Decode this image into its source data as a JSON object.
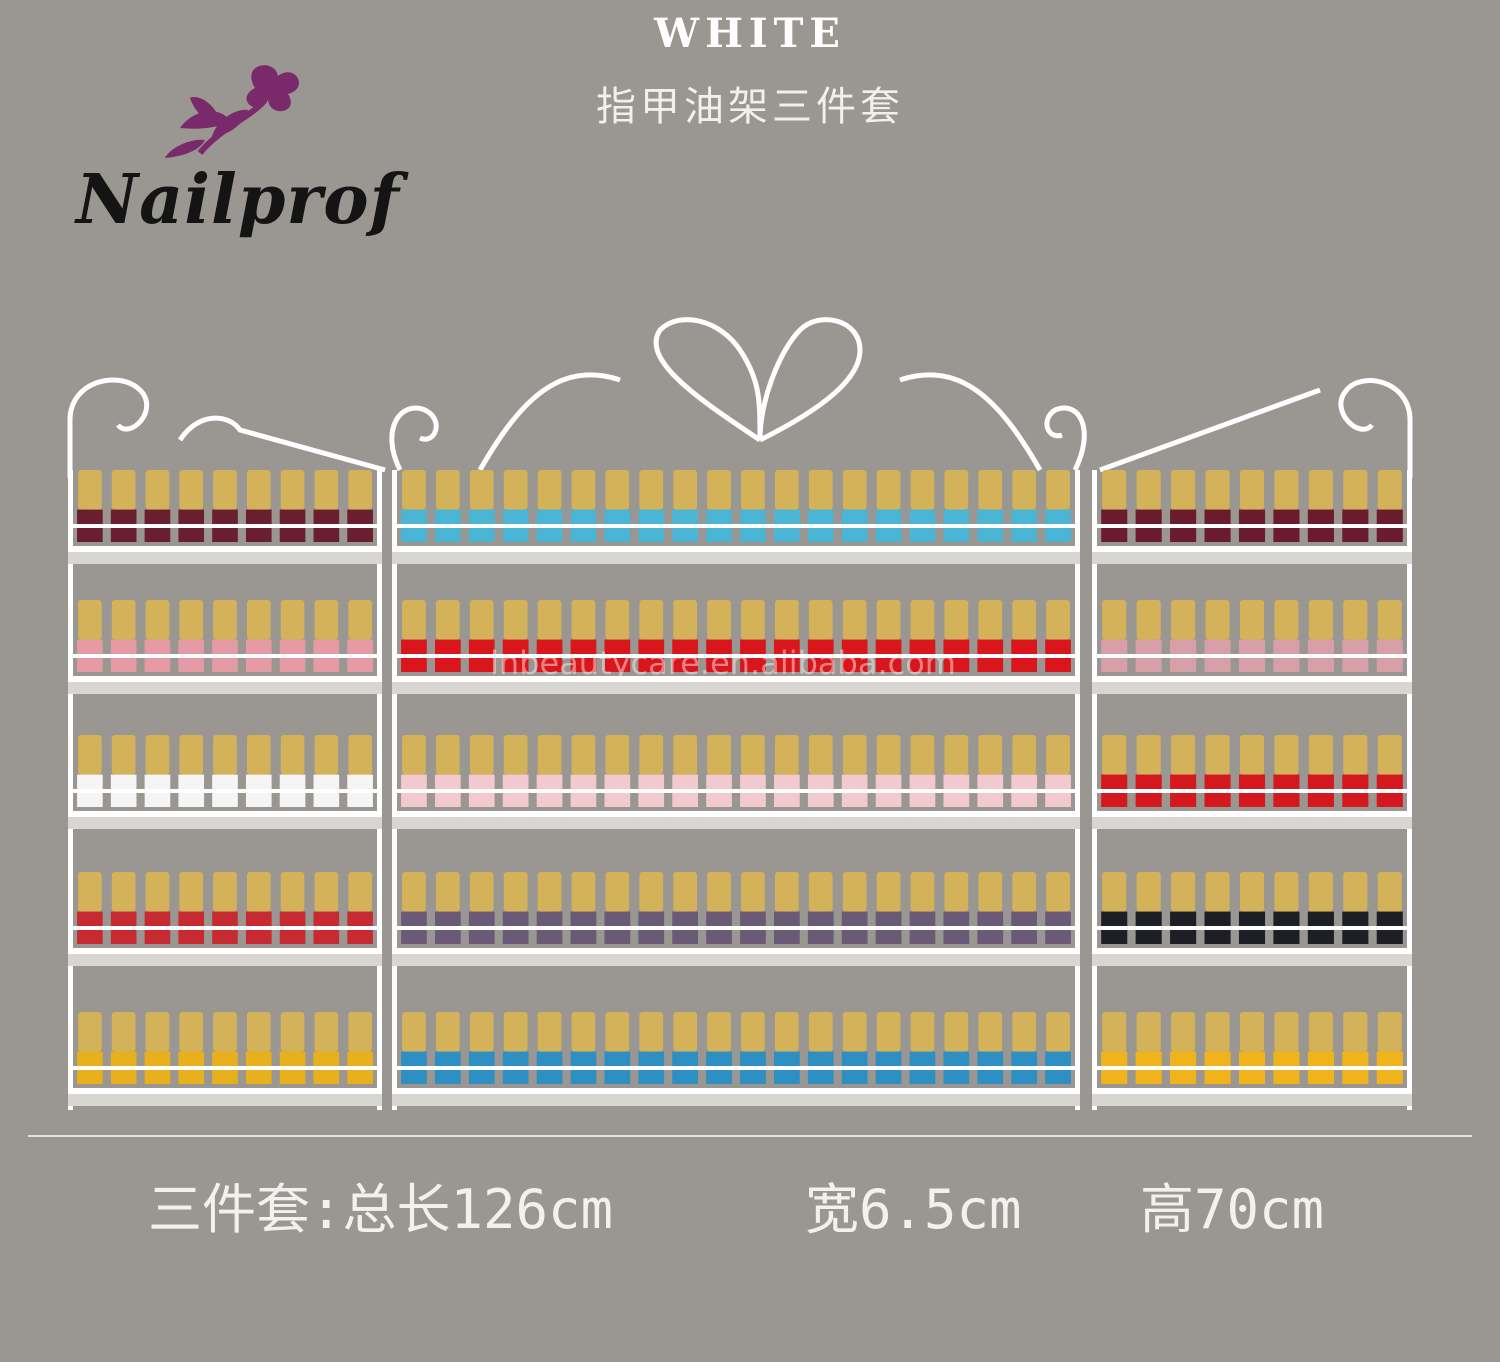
{
  "header": {
    "color_name": "WHITE",
    "product_title": "指甲油架三件套"
  },
  "brand": {
    "name": "Nailprof",
    "logo_icon": "flower-icon",
    "logo_color": "#7a2a6a"
  },
  "watermark": "lnbeautycare.en.alibaba.com",
  "dimensions": {
    "set_length": "三件套:总长126cm",
    "width": "宽6.5cm",
    "height": "高70cm"
  },
  "colors": {
    "background": "#9a9691",
    "rack": "#ffffff",
    "bottle_cap": "#d4b25a"
  },
  "shelves": {
    "left": [
      "#6a1f30",
      "#e59aa5",
      "#f5f5f5",
      "#c82a32",
      "#e8b01c"
    ],
    "middle": [
      "#4ab5d5",
      "#d8161c",
      "#f2c9cf",
      "#6a5a78",
      "#2e8fc2"
    ],
    "right": [
      "#6a1c2e",
      "#d7a0a8",
      "#d4181e",
      "#1e1e26",
      "#f0b31c"
    ]
  }
}
